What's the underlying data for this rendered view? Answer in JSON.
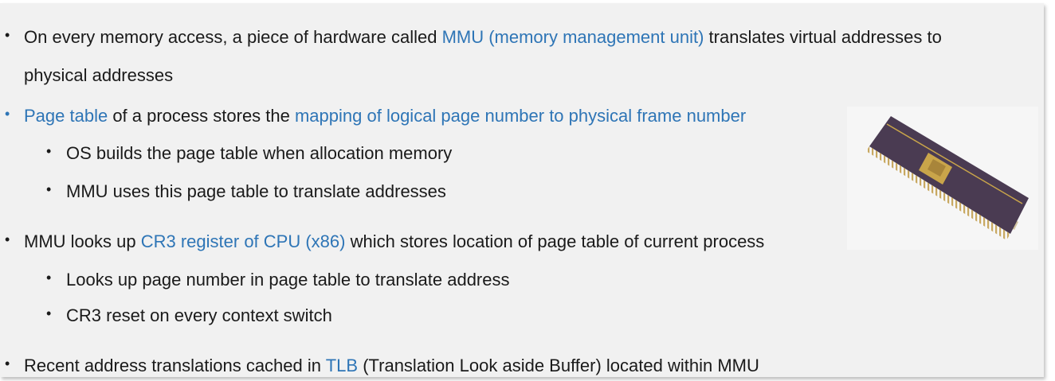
{
  "bullets": {
    "b1": {
      "pre": "On every memory access, a piece of hardware called ",
      "link": "MMU (memory  management unit)",
      "post": " translates virtual addresses to",
      "cont": "physical  addresses"
    },
    "b2": {
      "link1": "Page table",
      "mid": " of a process stores the ",
      "link2": "mapping of logical page number  to physical frame number",
      "sub1": "OS builds the page table when allocation memory",
      "sub2": "MMU uses this page table to translate addresses"
    },
    "b3": {
      "pre": "MMU looks up ",
      "link": "CR3 register of CPU (x86)",
      "post": " which stores location of  page table of current process",
      "sub1": "Looks up page number in page table to translate address",
      "sub2": "CR3 reset on every context switch"
    },
    "b4": {
      "pre": "Recent address translations cached in ",
      "link": "TLB",
      "post": " (Translation Look aside  Buffer) located within MMU"
    }
  },
  "image": {
    "icon": "cpu-chip-photo",
    "chip_body_color": "#4a3b52",
    "chip_die_color": "#c9a54a",
    "pin_color": "#c8a860"
  },
  "colors": {
    "accent": "#2e75b6",
    "text": "#1a1a1a",
    "slide_bg": "#f1f1f1"
  }
}
